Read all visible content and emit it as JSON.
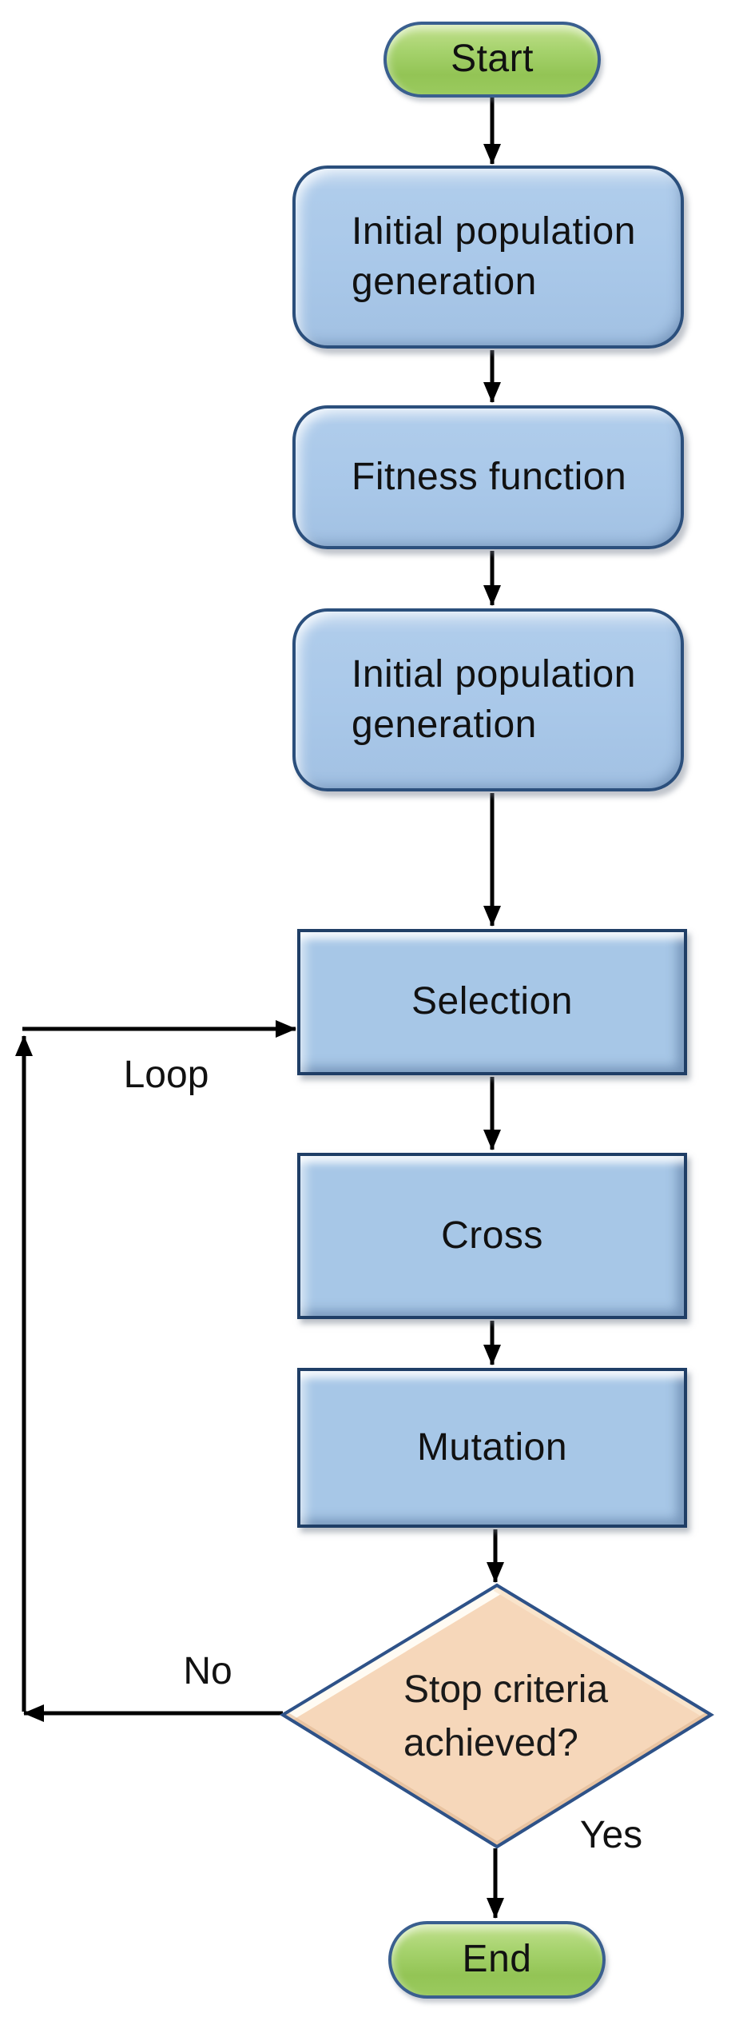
{
  "flowchart": {
    "nodes": {
      "start": "Start",
      "initial_population_1": "Initial population generation",
      "fitness_function": "Fitness function",
      "initial_population_2": "Initial population generation",
      "selection": "Selection",
      "cross": "Cross",
      "mutation": "Mutation",
      "decision": "Stop criteria achieved?",
      "end": "End"
    },
    "edge_labels": {
      "loop": "Loop",
      "no": "No",
      "yes": "Yes"
    },
    "colors": {
      "process_fill": "#A9C8E9",
      "process_border": "#24466E",
      "terminator_fill": "#9CCB62",
      "terminator_border": "#3A5F8F",
      "decision_fill": "#F6D7BA",
      "decision_border": "#2E5288",
      "arrow": "#000000",
      "text": "#1A1A1A",
      "background": "#FFFFFF"
    }
  }
}
